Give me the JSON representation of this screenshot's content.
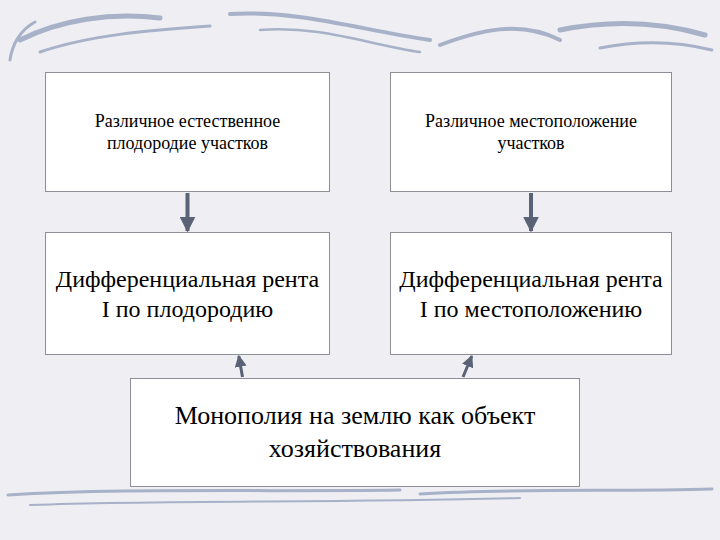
{
  "diagram": {
    "nodes": [
      {
        "text": [
          "Различное естественное плодородие участков"
        ]
      },
      {
        "text": [
          "Различное местоположение участков"
        ]
      },
      {
        "text": [
          "Дифференциальная рента I по плодородию"
        ]
      },
      {
        "text": [
          "Дифференциальная рента I по местоположению"
        ]
      },
      {
        "text": [
          "Монополия на землю как объект хозяйствования"
        ]
      }
    ],
    "edges": [
      {
        "from": 0,
        "to": 2,
        "arrow": "to"
      },
      {
        "from": 1,
        "to": 3,
        "arrow": "to"
      },
      {
        "from": 4,
        "to": 2,
        "arrow": "to"
      },
      {
        "from": 4,
        "to": 3,
        "arrow": "to"
      }
    ]
  }
}
